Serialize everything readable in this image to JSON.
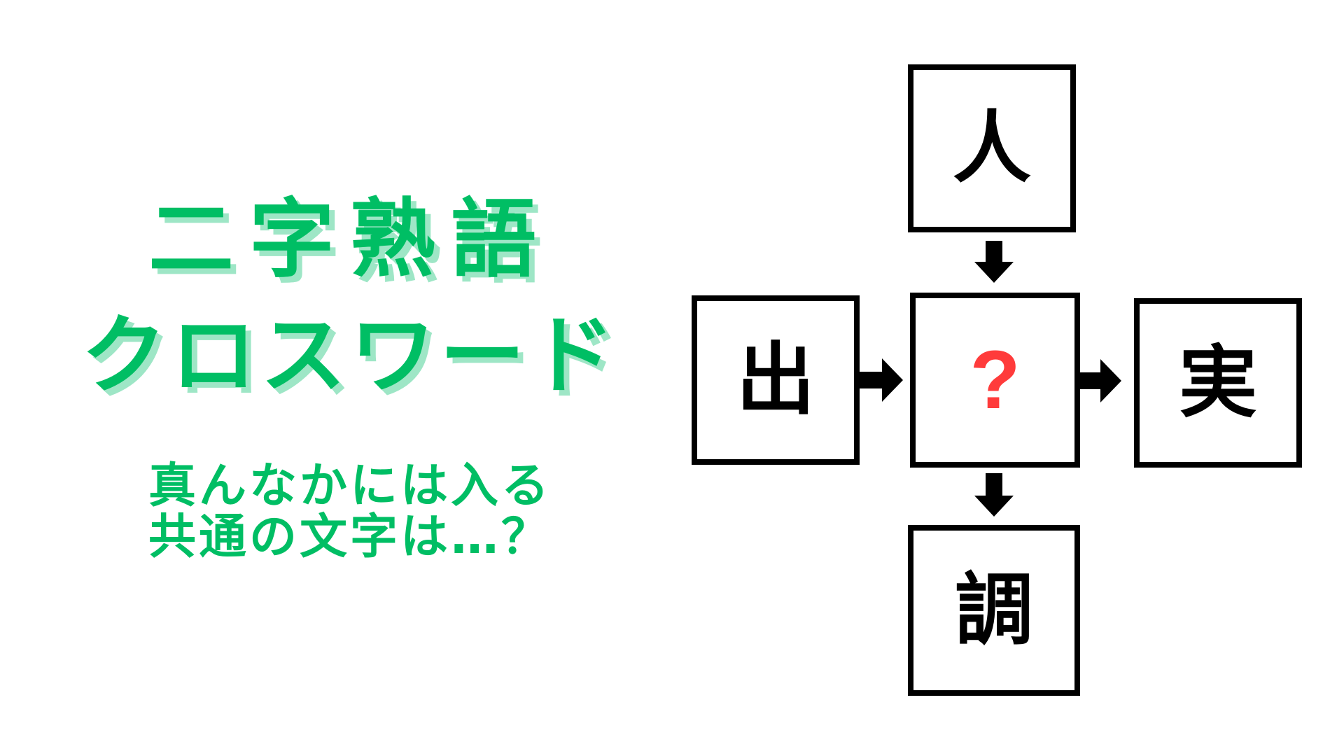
{
  "title": {
    "line1": "二字熟語",
    "line2": "クロスワード"
  },
  "subtitle": {
    "line1": "真んなかには入る",
    "line2": "共通の文字は…？"
  },
  "puzzle": {
    "top": "人",
    "left": "出",
    "center": "?",
    "right": "実",
    "bottom": "調"
  },
  "colors": {
    "title_green": "#00be64",
    "title_shadow": "#9ee6c6",
    "question_red": "#ff3b3b",
    "box_border": "#000000"
  }
}
